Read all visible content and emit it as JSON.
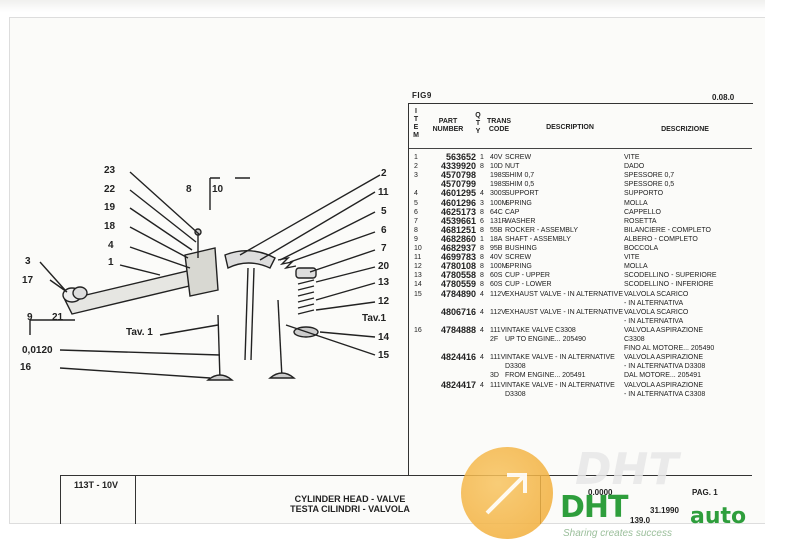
{
  "header": {
    "figure_code": "FIG9",
    "sheet_number": "0.08.0"
  },
  "columns": {
    "item": "I T E M",
    "part": "PART NUMBER",
    "qty": "Q T Y",
    "trans": "TRANS CODE",
    "desc": "DESCRIPTION",
    "descr_it": "DESCRIZIONE"
  },
  "rows": [
    {
      "item": "1",
      "part": "563652",
      "qty": "1",
      "code": "40V",
      "desc": "SCREW",
      "it": "VITE"
    },
    {
      "item": "2",
      "part": "4339920",
      "qty": "8",
      "code": "10D",
      "desc": "NUT",
      "it": "DADO"
    },
    {
      "item": "3",
      "part": "4570798",
      "qty": "",
      "code": "198S",
      "desc": "SHIM 0,7",
      "it": "SPESSORE 0,7"
    },
    {
      "item": "",
      "part": "4570799",
      "qty": "",
      "code": "198S",
      "desc": "SHIM 0,5",
      "it": "SPESSORE 0,5"
    },
    {
      "item": "4",
      "part": "4601295",
      "qty": "4",
      "code": "300S",
      "desc": "SUPPORT",
      "it": "SUPPORTO"
    },
    {
      "item": "5",
      "part": "4601296",
      "qty": "3",
      "code": "100M",
      "desc": "SPRING",
      "it": "MOLLA"
    },
    {
      "item": "6",
      "part": "4625173",
      "qty": "8",
      "code": "64C",
      "desc": "CAP",
      "it": "CAPPELLO"
    },
    {
      "item": "7",
      "part": "4539661",
      "qty": "6",
      "code": "131R",
      "desc": "WASHER",
      "it": "ROSETTA"
    },
    {
      "item": "8",
      "part": "4681251",
      "qty": "8",
      "code": "55B",
      "desc": "ROCKER - ASSEMBLY",
      "it": "BILANCIERE - COMPLETO"
    },
    {
      "item": "9",
      "part": "4682860",
      "qty": "1",
      "code": "18A",
      "desc": "SHAFT - ASSEMBLY",
      "it": "ALBERO - COMPLETO"
    },
    {
      "item": "10",
      "part": "4682937",
      "qty": "8",
      "code": "95B",
      "desc": "BUSHING",
      "it": "BOCCOLA"
    },
    {
      "item": "11",
      "part": "4699783",
      "qty": "8",
      "code": "40V",
      "desc": "SCREW",
      "it": "VITE"
    },
    {
      "item": "12",
      "part": "4780108",
      "qty": "8",
      "code": "100M",
      "desc": "SPRING",
      "it": "MOLLA"
    },
    {
      "item": "13",
      "part": "4780558",
      "qty": "8",
      "code": "60S",
      "desc": "CUP - UPPER",
      "it": "SCODELLINO - SUPERIORE"
    },
    {
      "item": "14",
      "part": "4780559",
      "qty": "8",
      "code": "60S",
      "desc": "CUP - LOWER",
      "it": "SCODELLINO - INFERIORE"
    },
    {
      "item": "15",
      "part": "4784890",
      "qty": "4",
      "code": "112V",
      "desc": "EXHAUST VALVE - IN ALTERNATIVE",
      "it": "VALVOLA SCARICO"
    },
    {
      "item": "",
      "part": "",
      "qty": "",
      "code": "",
      "desc": "",
      "it": "- IN ALTERNATIVA"
    },
    {
      "item": "",
      "part": "4806716",
      "qty": "4",
      "code": "112V",
      "desc": "EXHAUST VALVE - IN ALTERNATIVE",
      "it": "VALVOLA SCARICO"
    },
    {
      "item": "",
      "part": "",
      "qty": "",
      "code": "",
      "desc": "",
      "it": "- IN ALTERNATIVA"
    },
    {
      "item": "16",
      "part": "4784888",
      "qty": "4",
      "code": "111V",
      "desc": "INTAKE VALVE C3308",
      "it": "VALVOLA ASPIRAZIONE"
    },
    {
      "item": "",
      "part": "",
      "qty": "",
      "code": "2F",
      "desc": "UP TO ENGINE... 205490",
      "it": "C3308"
    },
    {
      "item": "",
      "part": "",
      "qty": "",
      "code": "",
      "desc": "",
      "it": "FINO AL MOTORE... 205490"
    },
    {
      "item": "",
      "part": "4824416",
      "qty": "4",
      "code": "111V",
      "desc": "INTAKE VALVE - IN ALTERNATIVE",
      "it": "VALVOLA ASPIRAZIONE"
    },
    {
      "item": "",
      "part": "",
      "qty": "",
      "code": "",
      "desc": "D3308",
      "it": "- IN ALTERNATIVA D3308"
    },
    {
      "item": "",
      "part": "",
      "qty": "",
      "code": "3D",
      "desc": "FROM ENGINE... 205491",
      "it": "DAL MOTORE... 205491"
    },
    {
      "item": "",
      "part": "4824417",
      "qty": "4",
      "code": "111V",
      "desc": "INTAKE VALVE - IN ALTERNATIVE",
      "it": "VALVOLA ASPIRAZIONE"
    },
    {
      "item": "",
      "part": "",
      "qty": "",
      "code": "",
      "desc": "D3308",
      "it": "- IN ALTERNATIVA C3308"
    }
  ],
  "diagram_labels": {
    "l23": "23",
    "l22": "22",
    "l19": "19",
    "l18": "18",
    "l4": "4",
    "l1": "1",
    "l3": "3",
    "l17": "17",
    "l9": "9",
    "l21": "21",
    "ldim": "0,0120",
    "l16": "16",
    "ltav1a": "Tav. 1",
    "l8": "8",
    "l10": "10",
    "l2": "2",
    "l11": "11",
    "l5": "5",
    "l6": "6",
    "l7": "7",
    "l20": "20",
    "l13": "13",
    "l12": "12",
    "ltav1b": "Tav.1",
    "l14": "14",
    "l15": "15"
  },
  "footer": {
    "model": "113T - 10V",
    "title_en": "CYLINDER HEAD - VALVE",
    "title_it": "TESTA CILINDRI - VALVOLA",
    "box1": "0.0000",
    "box2": "31.1990",
    "box3": "139.0",
    "page": "PAG. 1"
  },
  "watermark": {
    "logo": "DHT",
    "auto": "auto",
    "tagline": "Sharing creates success",
    "color": "#2e9e3c"
  }
}
